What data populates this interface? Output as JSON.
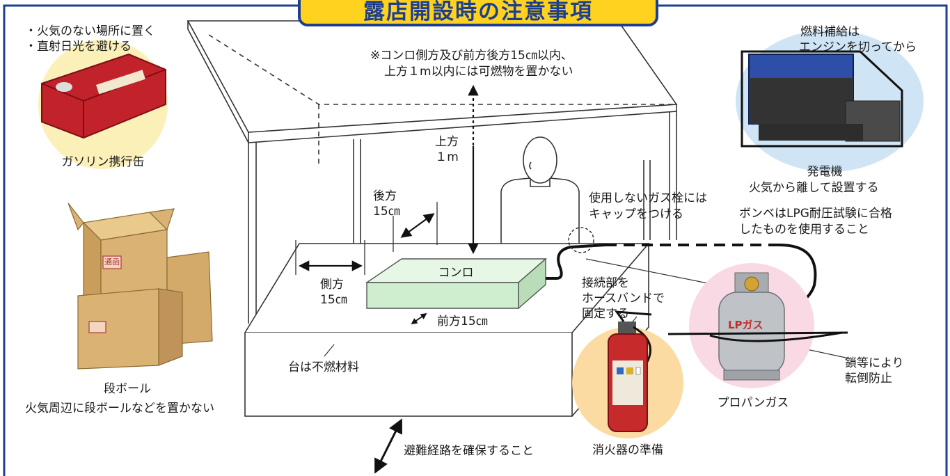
{
  "title": "露店開設時の注意事項",
  "colors": {
    "frame": "#1d3f8f",
    "title_bg": "#ffd21f",
    "stove": "#cfeecf",
    "can": "#c2222a",
    "extinguisher": "#c72a2a",
    "gas": "#bfc3c8"
  },
  "gasoline": {
    "note1": "・火気のない場所に置く",
    "note2": "・直射日光を避ける",
    "label": "ガソリン携行缶"
  },
  "cardboard": {
    "label": "段ボール",
    "note": "火気周辺に段ボールなどを置かない",
    "stamp": "通函"
  },
  "clearance_note": {
    "line1": "※コンロ側方及び前方後方15㎝以内、",
    "line2": "上方１m以内には可燃物を置かない"
  },
  "measures": {
    "above_1": "上方",
    "above_2": "１m",
    "back_1": "後方",
    "back_2": "15㎝",
    "side_1": "側方",
    "side_2": "15㎝",
    "front": "前方15㎝"
  },
  "stove_label": "コンロ",
  "table_note": "台は不燃材料",
  "gas_cap": {
    "line1": "使用しないガス栓には",
    "line2": "キャップをつける"
  },
  "hose_band": {
    "line1": "接続部を",
    "line2": "ホースバンドで",
    "line3": "固定する"
  },
  "generator": {
    "top1": "燃料補給は",
    "top2": "エンジンを切ってから",
    "label": "発電機",
    "note": "火気から離して設置する"
  },
  "cylinder": {
    "note1": "ボンベはLPG耐圧試験に合格",
    "note2": "したものを使用すること",
    "label": "プロパンガス",
    "print": "LPガス"
  },
  "chain": {
    "line1": "鎖等により",
    "line2": "転倒防止"
  },
  "extinguisher_label": "消火器の準備",
  "evacuation": "避難経路を確保すること"
}
